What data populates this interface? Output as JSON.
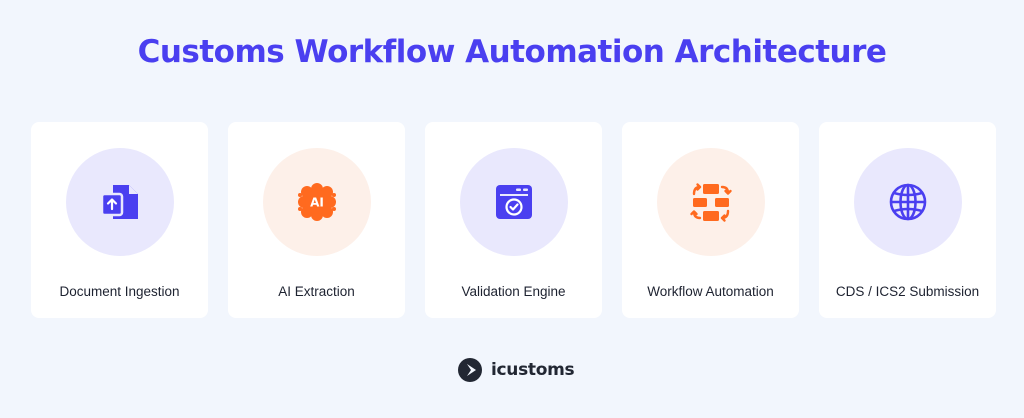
{
  "header": {
    "title": "Customs Workflow Automation Architecture"
  },
  "steps": [
    {
      "label": "Document Ingestion",
      "icon": "document-upload-icon",
      "tone": "purple"
    },
    {
      "label": "AI Extraction",
      "icon": "ai-brain-icon",
      "tone": "orange"
    },
    {
      "label": "Validation Engine",
      "icon": "validation-window-icon",
      "tone": "purple"
    },
    {
      "label": "Workflow Automation",
      "icon": "workflow-cycle-icon",
      "tone": "orange"
    },
    {
      "label": "CDS / ICS2 Submission",
      "icon": "globe-icon",
      "tone": "purple"
    }
  ],
  "brand": {
    "name": "icustoms",
    "logo": "icustoms-logo"
  },
  "colors": {
    "background": "#f2f6fd",
    "title": "#4a3ff0",
    "icon_purple": "#4a3ff0",
    "icon_orange": "#ff6a1f",
    "circle_purple": "#e9e8fd",
    "circle_orange": "#fdf0e9",
    "card": "#ffffff",
    "text": "#1d2230"
  }
}
